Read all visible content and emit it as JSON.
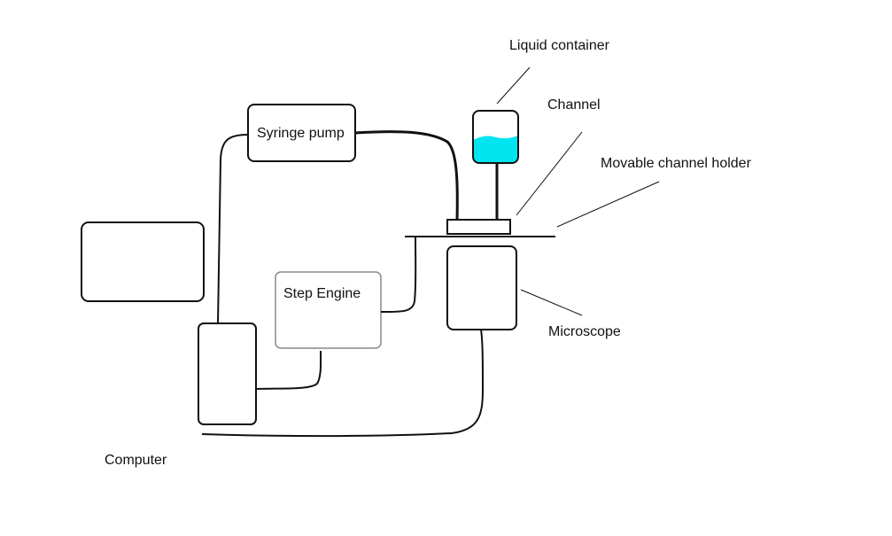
{
  "labels": {
    "liquid_container": "Liquid container",
    "channel": "Channel",
    "movable_channel_holder": "Movable channel holder",
    "syringe_pump": "Syringe pump",
    "step_engine": "Step Engine",
    "microscope": "Microscope",
    "computer": "Computer"
  },
  "colors": {
    "stroke": "#111111",
    "liquid": "#00e5f0",
    "background": "#ffffff"
  }
}
